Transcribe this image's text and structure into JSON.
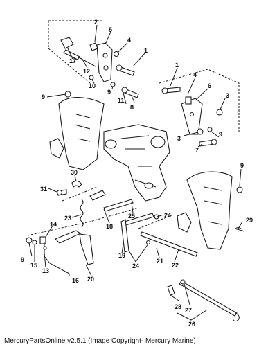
{
  "footer": {
    "text": "MercuryPartsOnline v2.5.1 (Image Copyright- Mercury Marine)"
  },
  "callouts": [
    "1",
    "2",
    "3",
    "4",
    "5",
    "6",
    "7",
    "8",
    "9",
    "10",
    "11",
    "12",
    "13",
    "14",
    "15",
    "16",
    "17",
    "18",
    "19",
    "20",
    "21",
    "22",
    "23",
    "24",
    "25",
    "26",
    "27",
    "28",
    "29",
    "30",
    "31"
  ]
}
